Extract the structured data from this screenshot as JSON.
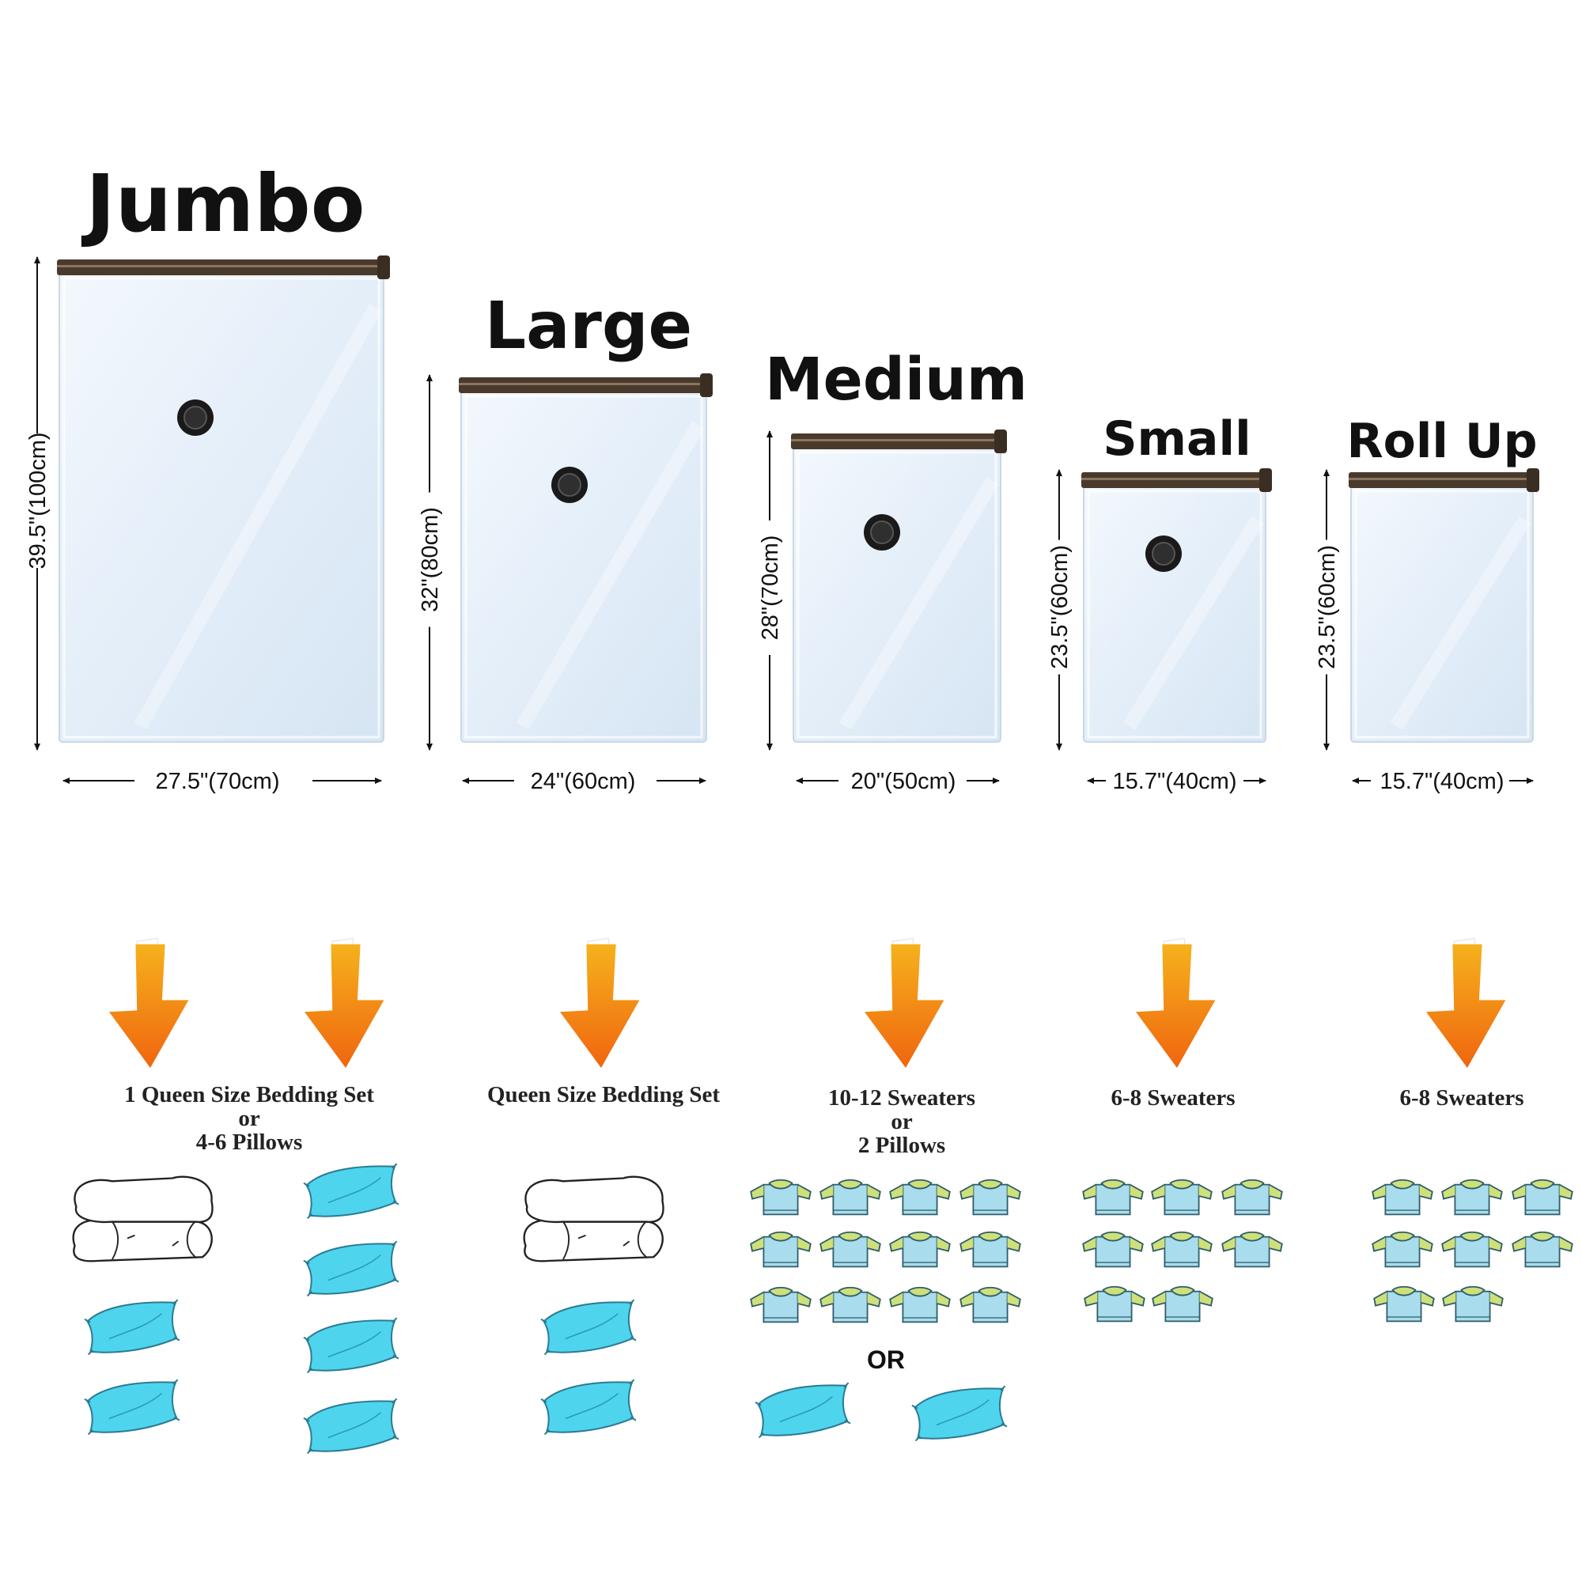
{
  "bags": [
    {
      "title": "Jumbo",
      "height_label": "39.5\"(100cm)",
      "width_label": "27.5\"(70cm)",
      "has_valve": true,
      "caption_lines": [
        "1 Queen Size Bedding Set",
        "or",
        "4-6 Pillows"
      ],
      "contents": "bedding-and-pillows"
    },
    {
      "title": "Large",
      "height_label": "32\"(80cm)",
      "width_label": "24\"(60cm)",
      "has_valve": true,
      "caption_lines": [
        "Queen Size Bedding Set"
      ],
      "contents": "bedding-and-pillows"
    },
    {
      "title": "Medium",
      "height_label": "28\"(70cm)",
      "width_label": "20\"(50cm)",
      "has_valve": true,
      "caption_lines": [
        "10-12 Sweaters",
        "or",
        "2 Pillows"
      ],
      "contents": "sweaters-or-pillows",
      "or_label": "OR"
    },
    {
      "title": "Small",
      "height_label": "23.5\"(60cm)",
      "width_label": "15.7\"(40cm)",
      "has_valve": true,
      "caption_lines": [
        "6-8 Sweaters"
      ],
      "contents": "sweaters"
    },
    {
      "title": "Roll Up",
      "height_label": "23.5\"(60cm)",
      "width_label": "15.7\"(40cm)",
      "has_valve": false,
      "caption_lines": [
        "6-8 Sweaters"
      ],
      "contents": "sweaters"
    }
  ],
  "icons": {
    "arrow": "down-arrow-icon",
    "bedding": "folded-comforter-icon",
    "pillow": "pillow-icon",
    "sweater": "sweater-icon"
  },
  "colors": {
    "arrow_top": "#f5b21c",
    "arrow_bottom": "#f0650f",
    "pillow": "#4fd4ee",
    "sweater_body": "#a9dcec",
    "sweater_collar": "#cfe07a",
    "bag_fill": "#e4eef8",
    "zipper": "#4a3a2c"
  }
}
